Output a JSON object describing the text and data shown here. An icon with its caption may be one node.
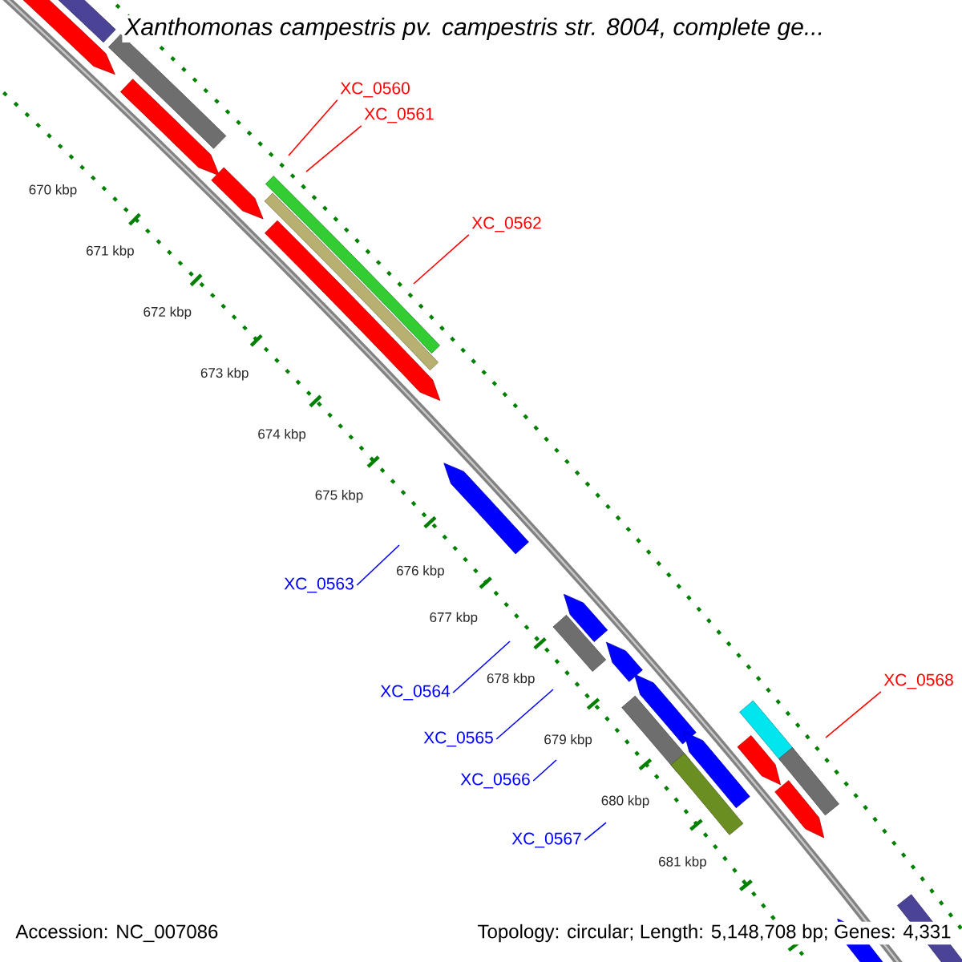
{
  "diagram": {
    "title": "Xanthomonas campestris pv. campestris str. 8004, complete ge...",
    "nodes": [
      {
        "text": [
          "XC_0560"
        ]
      },
      {
        "text": [
          "XC_0561"
        ]
      },
      {
        "text": [
          "XC_0562"
        ]
      },
      {
        "text": [
          "XC_0563"
        ]
      },
      {
        "text": [
          "XC_0564"
        ]
      },
      {
        "text": [
          "XC_0565"
        ]
      },
      {
        "text": [
          "XC_0566"
        ]
      },
      {
        "text": [
          "XC_0567"
        ]
      },
      {
        "text": [
          "XC_0568"
        ]
      }
    ],
    "edges": [
      {
        "from": 0,
        "to": null,
        "arrow": "none",
        "color": "#ff0000"
      },
      {
        "from": 1,
        "to": null,
        "arrow": "none",
        "color": "#ff0000"
      },
      {
        "from": 2,
        "to": null,
        "arrow": "none",
        "color": "#ff0000"
      },
      {
        "from": 3,
        "to": null,
        "arrow": "none"
      },
      {
        "from": 4,
        "to": null,
        "arrow": "none"
      },
      {
        "from": 5,
        "to": null,
        "arrow": "none"
      },
      {
        "from": 6,
        "to": null,
        "arrow": "none"
      },
      {
        "from": 7,
        "to": null,
        "arrow": "none"
      },
      {
        "from": 8,
        "to": null,
        "arrow": "none",
        "color": "#ff0000"
      }
    ],
    "labels": [
      "670 kbp",
      "671 kbp",
      "672 kbp",
      "673 kbp",
      "674 kbp",
      "675 kbp",
      "676 kbp",
      "677 kbp",
      "678 kbp",
      "679 kbp",
      "680 kbp",
      "681 kbp",
      "Accession: NC_007086",
      "Topology: circular; Length: 5,148,708 bp; Genes: 4,331"
    ]
  }
}
